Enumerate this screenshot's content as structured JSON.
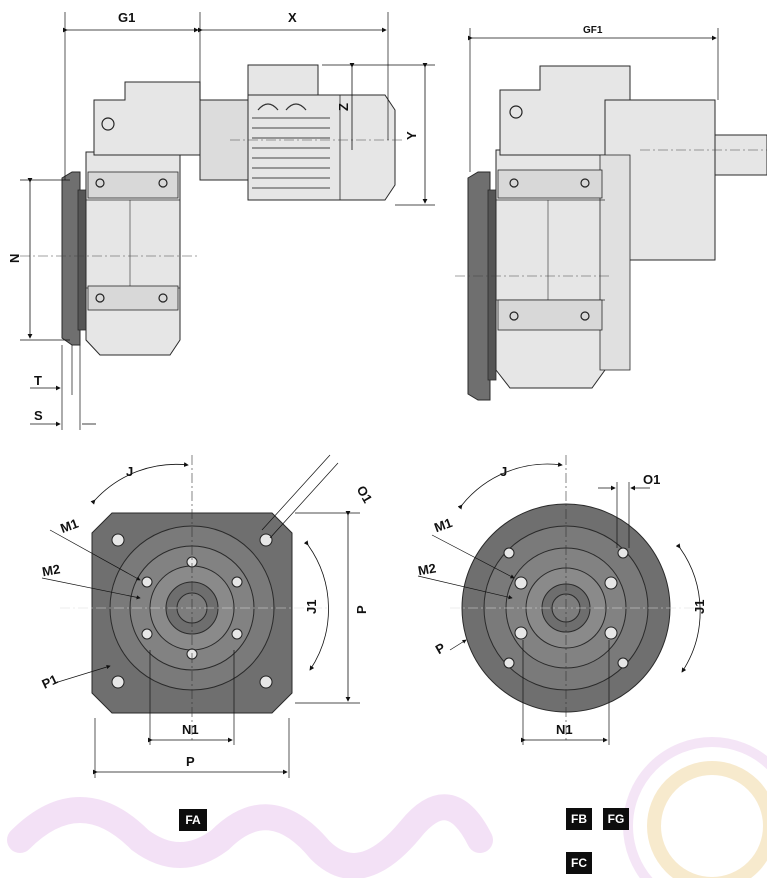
{
  "side_view": {
    "labels": {
      "g1": "G1",
      "x": "X",
      "z": "Z",
      "y": "Y",
      "n": "N",
      "t": "T",
      "s": "S"
    }
  },
  "side_view_2": {
    "labels": {
      "gf1": "GF1"
    }
  },
  "flange_square": {
    "labels": {
      "j": "J",
      "o1": "O1",
      "m1": "M1",
      "m2": "M2",
      "j1": "J1",
      "p_side": "P",
      "p1": "P1",
      "n1": "N1",
      "p_bottom": "P"
    }
  },
  "flange_round": {
    "labels": {
      "j": "J",
      "o1": "O1",
      "m1": "M1",
      "m2": "M2",
      "j1": "J1",
      "p": "P",
      "n1": "N1"
    }
  },
  "tags": {
    "fa": "FA",
    "fb": "FB",
    "fg": "FG",
    "fc": "FC"
  },
  "colors": {
    "body": "#e6e6e6",
    "body_dark": "#cfcfcf",
    "flange": "#6f6f6f",
    "flange_dark": "#555555",
    "line": "#2a2a2a",
    "watermark": "#e9c8ee",
    "watermark_ring": "#f2d9a6"
  }
}
